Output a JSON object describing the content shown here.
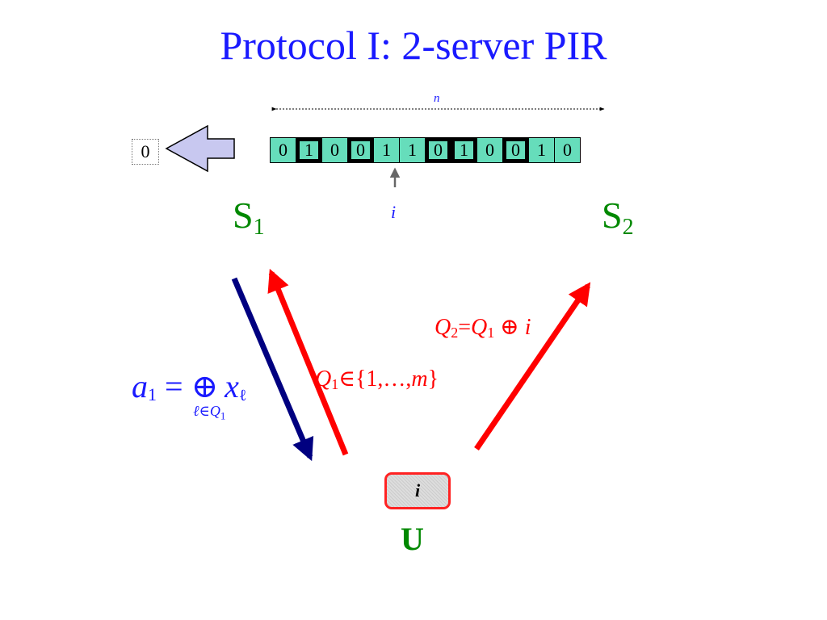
{
  "title": "Protocol I: 2-server PIR",
  "database": {
    "n_label": "n",
    "cells": [
      {
        "value": "0",
        "selected": false
      },
      {
        "value": "1",
        "selected": true
      },
      {
        "value": "0",
        "selected": false
      },
      {
        "value": "0",
        "selected": true
      },
      {
        "value": "1",
        "selected": false
      },
      {
        "value": "1",
        "selected": false
      },
      {
        "value": "0",
        "selected": true
      },
      {
        "value": "1",
        "selected": true
      },
      {
        "value": "0",
        "selected": false
      },
      {
        "value": "0",
        "selected": true
      },
      {
        "value": "1",
        "selected": false
      },
      {
        "value": "0",
        "selected": false
      }
    ],
    "index_label": "i"
  },
  "result_value": "0",
  "servers": {
    "s1": {
      "base": "S",
      "sub": "1"
    },
    "s2": {
      "base": "S",
      "sub": "2"
    }
  },
  "queries": {
    "q2": {
      "q": "Q",
      "q_sub": "2",
      "eq": "=",
      "q1": "Q",
      "q1_sub": "1",
      "op": " ⊕ ",
      "i": "i"
    },
    "q1": {
      "q": "Q",
      "q_sub": "1",
      "rest": "∈{1,…,",
      "m": "m",
      "close": "}"
    }
  },
  "answer": {
    "a": "a",
    "a_sub": "1",
    "eq": " = ",
    "op": "⊕",
    "x": "x",
    "x_sub": "ℓ",
    "range": "ℓ∈Q",
    "range_sub": "1"
  },
  "user": {
    "index": "i",
    "label": "U"
  },
  "colors": {
    "title": "#1a1aff",
    "cell_fill": "#66ddbb",
    "server": "#008800",
    "query_arrow": "#ff0000",
    "answer_arrow": "#000080",
    "result_arrow_fill": "#c8c8f0"
  }
}
